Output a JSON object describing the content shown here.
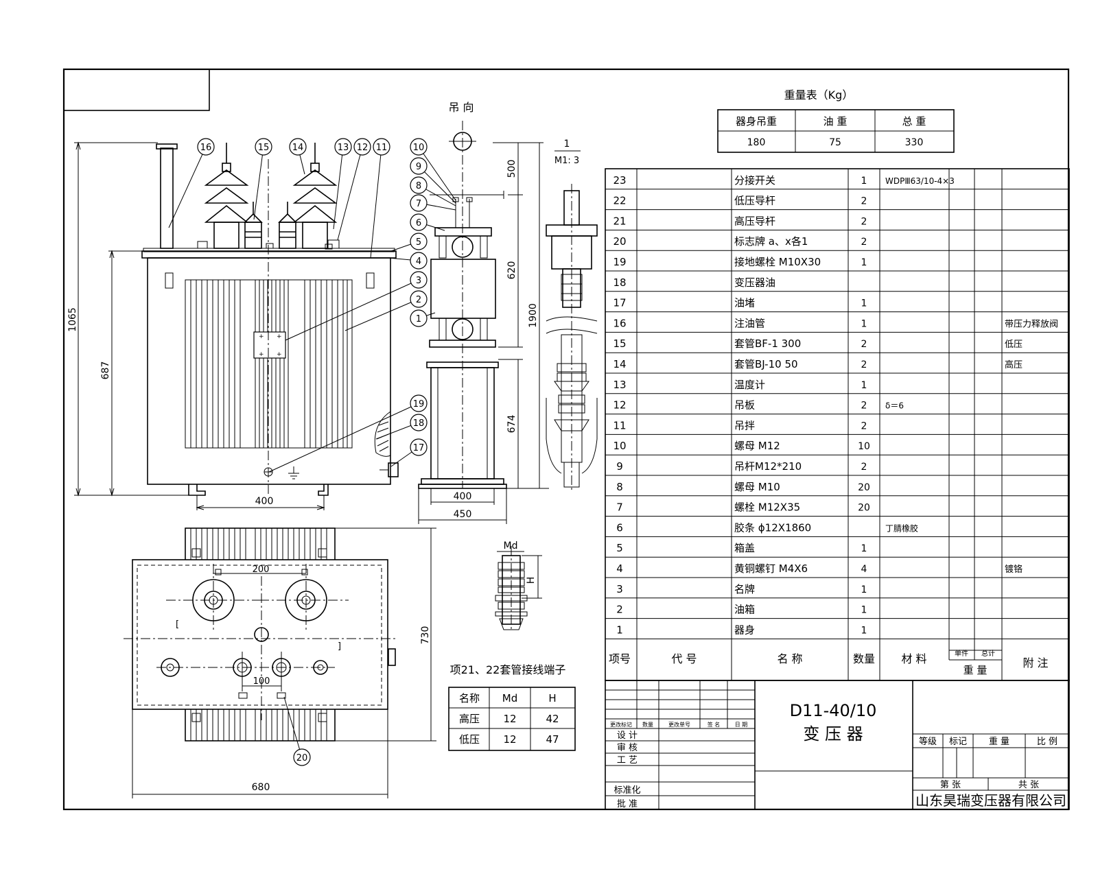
{
  "weight_table": {
    "title": "重量表（Kg）",
    "headers": [
      "器身吊重",
      "油 重",
      "总 重"
    ],
    "values": [
      "180",
      "75",
      "330"
    ]
  },
  "dimensions": {
    "h_total": "1065",
    "h_body": "687",
    "w_base": "400",
    "side_lift": "500",
    "side_620": "620",
    "side_1900": "1900",
    "side_674": "674",
    "side_400": "400",
    "side_450": "450",
    "top_200": "200",
    "top_100": "100",
    "top_730": "730",
    "top_680": "680",
    "terminal_md": "Md",
    "terminal_h": "H"
  },
  "labels": {
    "lift_direction": "吊 向",
    "detail_ref": "1",
    "detail_scale": "M1: 3",
    "terminal_title": "项21、22套管接线端子"
  },
  "balloons": [
    "16",
    "15",
    "14",
    "13",
    "12",
    "11",
    "10",
    "9",
    "8",
    "7",
    "6",
    "5",
    "4",
    "3",
    "2",
    "1",
    "19",
    "18",
    "17",
    "20"
  ],
  "terminal_table": {
    "headers": [
      "名称",
      "Md",
      "H"
    ],
    "rows": [
      [
        "高压",
        "12",
        "42"
      ],
      [
        "低压",
        "12",
        "47"
      ]
    ]
  },
  "parts_list": {
    "rows": [
      {
        "no": "23",
        "name": "分接开关",
        "qty": "1",
        "material": "WDPⅢ63/10-4×3",
        "note": ""
      },
      {
        "no": "22",
        "name": "低压导杆",
        "qty": "2",
        "material": "",
        "note": ""
      },
      {
        "no": "21",
        "name": "高压导杆",
        "qty": "2",
        "material": "",
        "note": ""
      },
      {
        "no": "20",
        "name": "标志牌  a、x各1",
        "qty": "2",
        "material": "",
        "note": ""
      },
      {
        "no": "19",
        "name": "接地螺栓 M10X30",
        "qty": "1",
        "material": "",
        "note": ""
      },
      {
        "no": "18",
        "name": "变压器油",
        "qty": "",
        "material": "",
        "note": ""
      },
      {
        "no": "17",
        "name": "油堵",
        "qty": "1",
        "material": "",
        "note": ""
      },
      {
        "no": "16",
        "name": "注油管",
        "qty": "1",
        "material": "",
        "note": "带压力释放阀"
      },
      {
        "no": "15",
        "name": "套管BF-1 300",
        "qty": "2",
        "material": "",
        "note": "低压"
      },
      {
        "no": "14",
        "name": "套管BJ-10 50",
        "qty": "2",
        "material": "",
        "note": "高压"
      },
      {
        "no": "13",
        "name": "温度计",
        "qty": "1",
        "material": "",
        "note": ""
      },
      {
        "no": "12",
        "name": "吊板",
        "qty": "2",
        "material": "δ＝6",
        "note": ""
      },
      {
        "no": "11",
        "name": "吊拌",
        "qty": "2",
        "material": "",
        "note": ""
      },
      {
        "no": "10",
        "name": "螺母 M12",
        "qty": "10",
        "material": "",
        "note": ""
      },
      {
        "no": "9",
        "name": "吊杆M12*210",
        "qty": "2",
        "material": "",
        "note": ""
      },
      {
        "no": "8",
        "name": "螺母 M10",
        "qty": "20",
        "material": "",
        "note": ""
      },
      {
        "no": "7",
        "name": "螺栓 M12X35",
        "qty": "20",
        "material": "",
        "note": ""
      },
      {
        "no": "6",
        "name": "胶条 ϕ12X1860",
        "qty": "",
        "material": "丁腈橡胶",
        "note": ""
      },
      {
        "no": "5",
        "name": "箱盖",
        "qty": "1",
        "material": "",
        "note": ""
      },
      {
        "no": "4",
        "name": "黄铜螺钉 M4X6",
        "qty": "4",
        "material": "",
        "note": "镀铬"
      },
      {
        "no": "3",
        "name": "名牌",
        "qty": "1",
        "material": "",
        "note": ""
      },
      {
        "no": "2",
        "name": "油箱",
        "qty": "1",
        "material": "",
        "note": ""
      },
      {
        "no": "1",
        "name": "器身",
        "qty": "1",
        "material": "",
        "note": ""
      }
    ],
    "header": {
      "no": "项号",
      "code": "代      号",
      "name": "名      称",
      "qty": "数量",
      "material": "材  料",
      "unit": "单件",
      "total": "总计",
      "weight": "重  量",
      "note": "附  注"
    }
  },
  "title_block": {
    "model": "D11-40/10",
    "name": "变 压 器",
    "rev_headers": [
      "更改标记",
      "数量",
      "更改单号",
      "签 名",
      "日 期"
    ],
    "roles": [
      "设  计",
      "审  核",
      "工  艺",
      "标准化",
      "批  准"
    ],
    "grade_headers": [
      "等级",
      "标记",
      "重  量",
      "比  例"
    ],
    "sheet_line": [
      "第    张",
      "共    张"
    ],
    "company": "山东昊瑞变压器有限公司"
  }
}
